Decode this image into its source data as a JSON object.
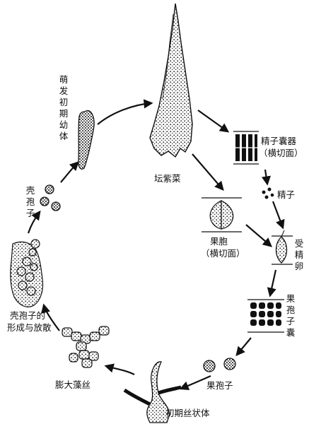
{
  "labels": {
    "thallus": "坛紫菜",
    "spermatangium": "精子囊器",
    "spermatangium_note": "（横切面）",
    "sperm": "精子",
    "carpogonium": "果胞",
    "carpogonium_note": "（横切面）",
    "fertilized_egg": "受精卵",
    "carposporangium": "果孢子囊",
    "carpospore": "果孢子",
    "early_filament": "初期丝状体",
    "swollen_filament": "膨大藻丝",
    "conchospore_formation_1": "壳孢子的",
    "conchospore_formation_2": "形成与放散",
    "conchospore": "壳孢子",
    "germling": "萌发初期幼体"
  }
}
